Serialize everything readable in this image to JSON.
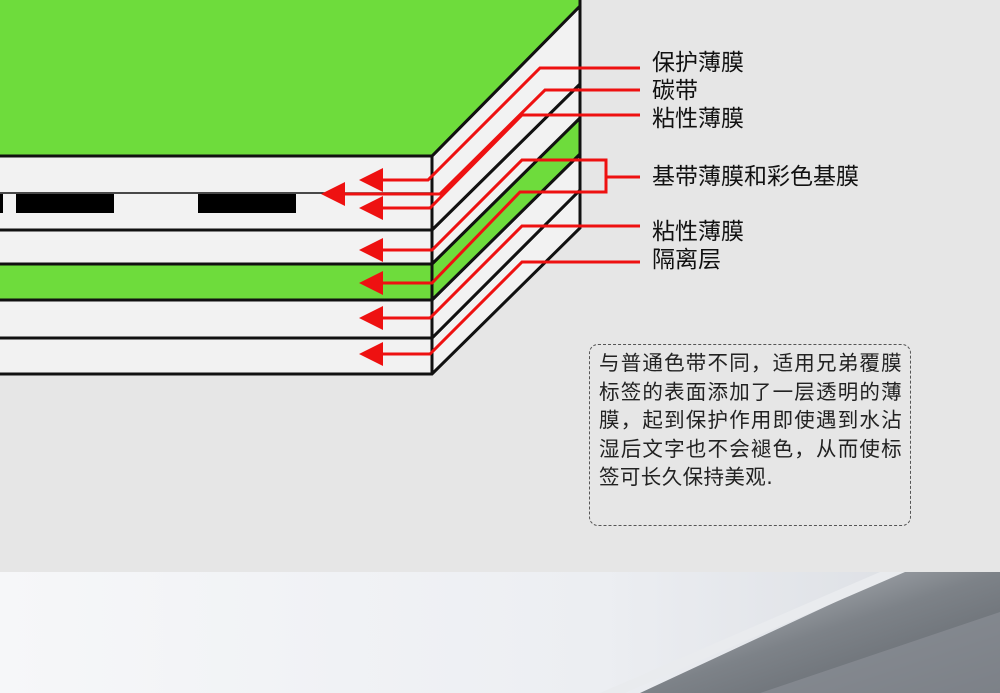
{
  "labels": {
    "protective_film": "保护薄膜",
    "carbon_ribbon": "碳带",
    "adhesive_film_top": "粘性薄膜",
    "base_and_color_film": "基带薄膜和彩色基膜",
    "adhesive_film_bottom": "粘性薄膜",
    "release_layer": "隔离层"
  },
  "note": {
    "text": "与普通色带不同，适用兄弟覆膜标签的表面添加了一层透明的薄膜，起到保护作用即使遇到水沾湿后文字也不会褪色，从而使标签可长久保持美观."
  },
  "colors": {
    "film_green": "#6edc3c",
    "layer_white": "#f2f2f2",
    "outline": "#111111",
    "arrow_red": "#ee1111",
    "background": "#e6e6e6"
  }
}
